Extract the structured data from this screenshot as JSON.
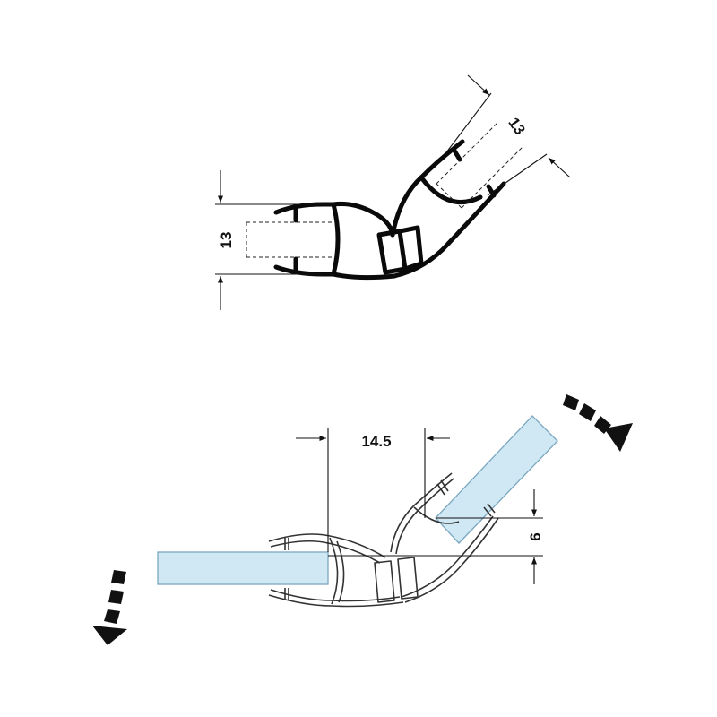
{
  "top_profile": {
    "dim_left": "13",
    "dim_right": "13"
  },
  "bottom_profile": {
    "dim_width": "14.5",
    "dim_height": "6"
  },
  "colors": {
    "glass_fill": "#cfe8f3",
    "glass_stroke": "#7aa7bf",
    "profile": "#0a0a0a"
  }
}
